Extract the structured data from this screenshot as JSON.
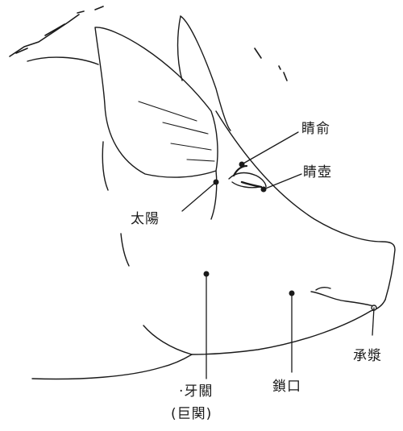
{
  "labels": {
    "jing_shu": "睛俞",
    "jing_hu": "睛壺",
    "tai_yang": "太陽",
    "cheng_jiang": "承漿",
    "suo_kou": "鎖口",
    "ya_guan": "·牙關",
    "ju_guan": "(巨関)"
  },
  "colors": {
    "ink": "#1a1a1a",
    "paper": "#ffffff"
  }
}
